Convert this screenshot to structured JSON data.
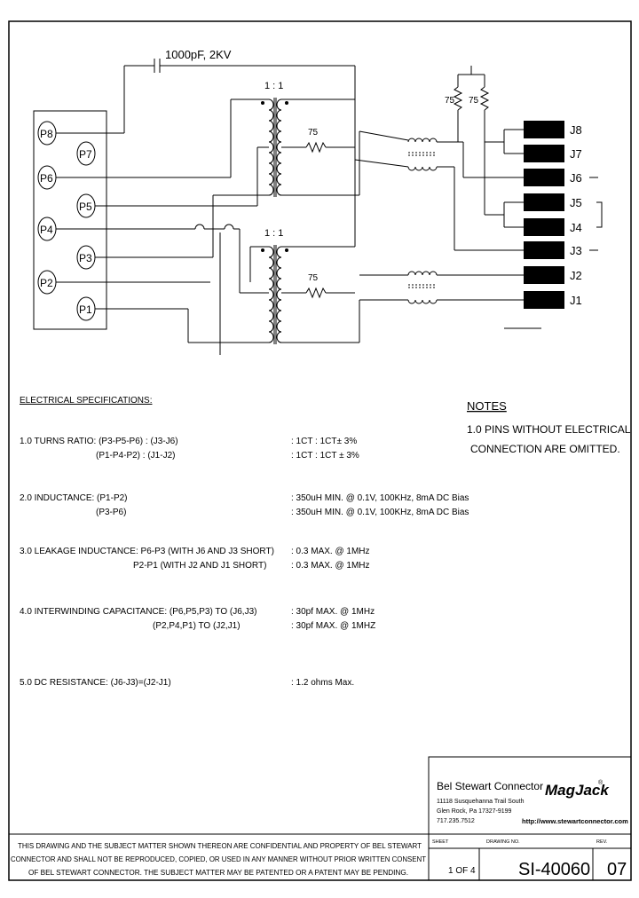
{
  "schematic": {
    "capacitor_label": "1000pF, 2KV",
    "ratio_top": "1 : 1",
    "ratio_bottom": "1 : 1",
    "resistor_labels": [
      "75",
      "75",
      "75",
      "75"
    ],
    "p_pins": [
      "P8",
      "P7",
      "P6",
      "P5",
      "P4",
      "P3",
      "P2",
      "P1"
    ],
    "j_pins": [
      "J8",
      "J7",
      "J6",
      "J5",
      "J4",
      "J3",
      "J2",
      "J1"
    ]
  },
  "specs": {
    "heading": "ELECTRICAL SPECIFICATIONS:",
    "rows": [
      {
        "left": "1.0  TURNS RATIO: (P3-P5-P6) : (J3-J6)",
        "right": ":  1CT : 1CT± 3%"
      },
      {
        "left": "(P1-P4-P2) : (J1-J2)",
        "right": ":  1CT : 1CT ± 3%"
      },
      {
        "left": "2.0  INDUCTANCE:  (P1-P2)",
        "right": ":  350uH MIN. @ 0.1V, 100KHz, 8mA DC Bias"
      },
      {
        "left": "(P3-P6)",
        "right": ":  350uH MIN. @ 0.1V, 100KHz, 8mA DC Bias"
      },
      {
        "left": "3.0  LEAKAGE INDUCTANCE:   P6-P3  (WITH J6 AND J3 SHORT)",
        "right": ":  0.3 MAX. @ 1MHz"
      },
      {
        "left": "P2-P1  (WITH J2 AND J1 SHORT)",
        "right": ":  0.3 MAX. @ 1MHz"
      },
      {
        "left": "4.0  INTERWINDING CAPACITANCE: (P6,P5,P3)  TO  (J6,J3)",
        "right": ":  30pf  MAX. @ 1MHz"
      },
      {
        "left": "(P2,P4,P1)  TO  (J2,J1)",
        "right": ":  30pf  MAX. @ 1MHZ"
      },
      {
        "left": "5.0  DC RESISTANCE: (J6-J3)=(J2-J1)",
        "right": ":  1.2 ohms Max."
      }
    ]
  },
  "notes": {
    "heading": "NOTES",
    "line1": "1.0 PINS WITHOUT ELECTRICAL",
    "line2": "CONNECTION ARE OMITTED."
  },
  "title_block": {
    "company": "Bel Stewart Connector",
    "addr1": "11118 Susquehanna Trail South",
    "addr2": "Glen Rock, Pa 17327-9199",
    "phone": "717.235.7512",
    "brand": "MagJack",
    "url": "http://www.stewartconnector.com",
    "sheet_label": "SHEET",
    "sheet_value": "1 OF 4",
    "drawing_label": "DRAWING NO.",
    "drawing_value": "SI-40060",
    "rev_label": "REV.",
    "rev_value": "07"
  },
  "disclaimer": {
    "line1": "THIS DRAWING AND THE SUBJECT MATTER SHOWN THEREON ARE CONFIDENTIAL AND PROPERTY OF BEL STEWART",
    "line2": "CONNECTOR AND SHALL NOT BE REPRODUCED, COPIED, OR USED IN ANY MANNER WITHOUT PRIOR WRITTEN CONSENT",
    "line3": "OF BEL STEWART CONNECTOR.  THE SUBJECT MATTER MAY BE PATENTED OR A PATENT MAY BE PENDING."
  }
}
